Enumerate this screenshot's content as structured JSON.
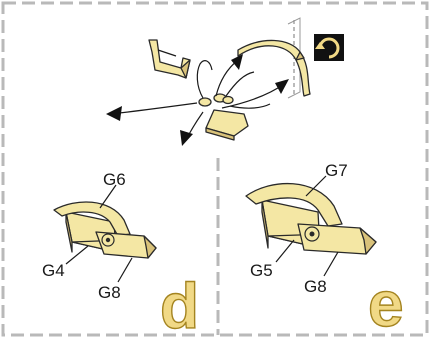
{
  "panels": {
    "d": {
      "letter": "d",
      "labels": {
        "g6": "G6",
        "g4": "G4",
        "g8": "G8"
      }
    },
    "e": {
      "letter": "e",
      "labels": {
        "g7": "G7",
        "g5": "G5",
        "g8": "G8"
      }
    }
  },
  "colors": {
    "part_fill": "#f4e7a4",
    "letter_fill": "#f1d986",
    "frame": "#b9b9b9",
    "icon_bg": "#111111"
  },
  "icons": [
    "rotate-counterclockwise-icon"
  ]
}
